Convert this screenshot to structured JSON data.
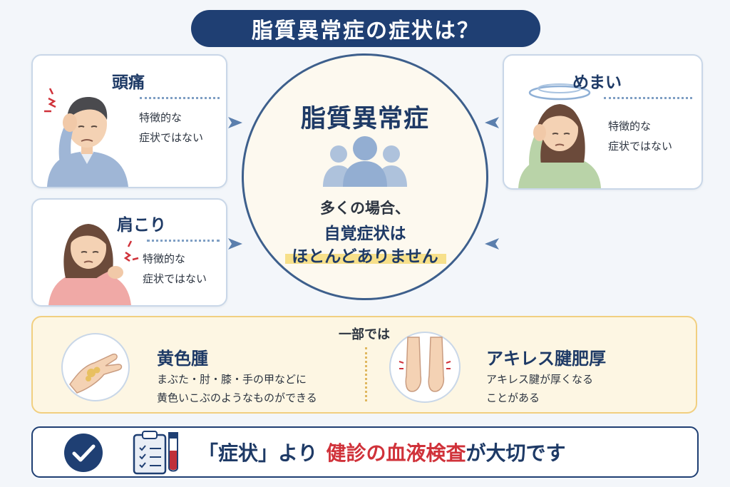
{
  "title": "脂質異常症の症状は？",
  "symptoms": [
    {
      "title": "頭痛",
      "text1": "特徴的な",
      "text2": "症状ではない"
    },
    {
      "title": "めまい",
      "text1": "特徴的な",
      "text2": "症状ではない"
    },
    {
      "title": "肩こり",
      "text1": "特徴的な",
      "text2": "症状ではない"
    }
  ],
  "center": {
    "title": "脂質異常症",
    "line1": "多くの場合、",
    "line2": "自覚症状は",
    "line3": "ほとんどありません"
  },
  "partial": {
    "heading": "一部では",
    "items": [
      {
        "title": "黄色腫",
        "text1": "まぶた・肘・膝・手の甲などに",
        "text2": "黄色いこぶのようなものができる"
      },
      {
        "title": "アキレス腱肥厚",
        "text1": "アキレス腱が厚くなる",
        "text2": "ことがある"
      }
    ]
  },
  "bottom": {
    "part1": "「症状」より",
    "part2": "健診の血液検査",
    "part3": "が大切です"
  },
  "colors": {
    "navy": "#1f3f73",
    "highlight_red": "#d0323a",
    "yellow_highlight": "#f7e08a",
    "card_border": "#c9d7e8"
  }
}
